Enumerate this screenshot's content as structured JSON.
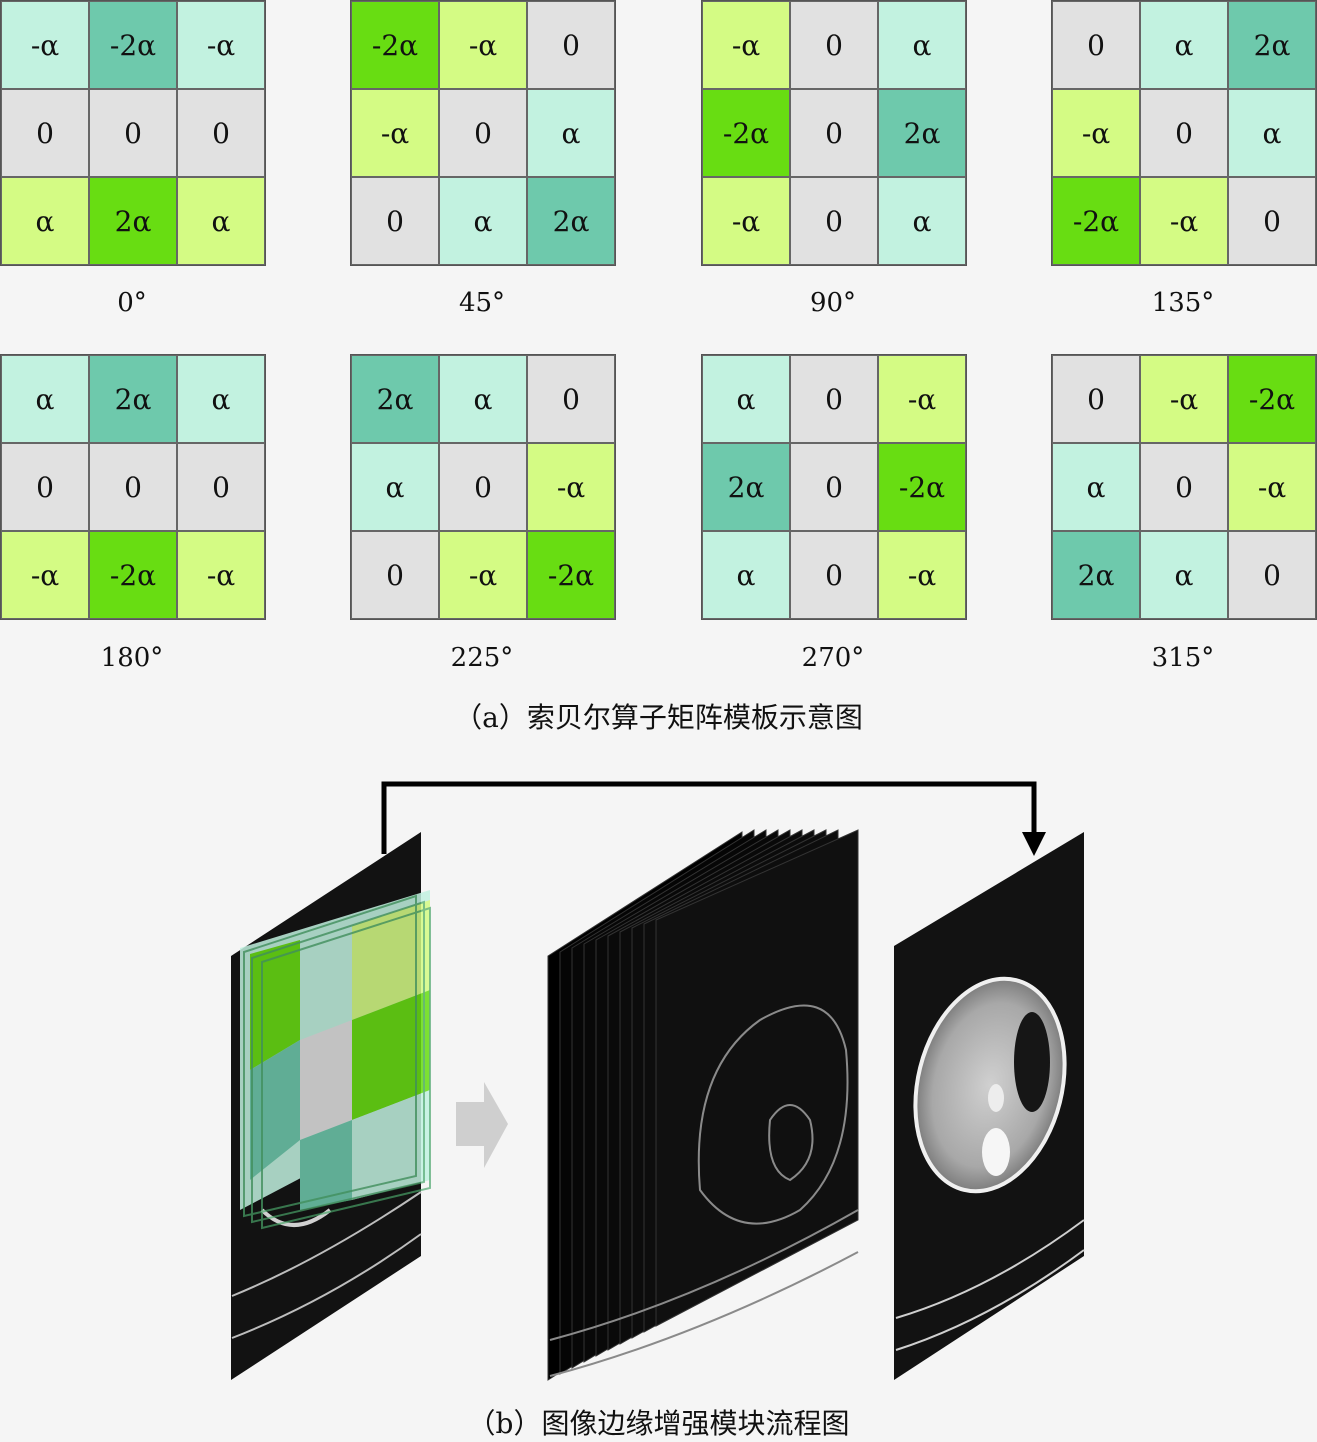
{
  "colors": {
    "0": "#e1e1e1",
    "a": "#c2f2e0",
    "2a": "#6ec9ac",
    "-a": "#d4fb84",
    "-2a": "#68dd12"
  },
  "matrices": [
    {
      "angle": "0°",
      "cells": [
        "-α",
        "-2α",
        "-α",
        "0",
        "0",
        "0",
        "α",
        "2α",
        "α"
      ],
      "kinds": [
        "a",
        "2a",
        "a",
        "0",
        "0",
        "0",
        "-a",
        "-2a",
        "-a"
      ]
    },
    {
      "angle": "45°",
      "cells": [
        "-2α",
        "-α",
        "0",
        "-α",
        "0",
        "α",
        "0",
        "α",
        "2α"
      ],
      "kinds": [
        "-2a",
        "-a",
        "0",
        "-a",
        "0",
        "a",
        "0",
        "a",
        "2a"
      ]
    },
    {
      "angle": "90°",
      "cells": [
        "-α",
        "0",
        "α",
        "-2α",
        "0",
        "2α",
        "-α",
        "0",
        "α"
      ],
      "kinds": [
        "-a",
        "0",
        "a",
        "-2a",
        "0",
        "2a",
        "-a",
        "0",
        "a"
      ]
    },
    {
      "angle": "135°",
      "cells": [
        "0",
        "α",
        "2α",
        "-α",
        "0",
        "α",
        "-2α",
        "-α",
        "0"
      ],
      "kinds": [
        "0",
        "a",
        "2a",
        "-a",
        "0",
        "a",
        "-2a",
        "-a",
        "0"
      ]
    },
    {
      "angle": "180°",
      "cells": [
        "α",
        "2α",
        "α",
        "0",
        "0",
        "0",
        "-α",
        "-2α",
        "-α"
      ],
      "kinds": [
        "a",
        "2a",
        "a",
        "0",
        "0",
        "0",
        "-a",
        "-2a",
        "-a"
      ]
    },
    {
      "angle": "225°",
      "cells": [
        "2α",
        "α",
        "0",
        "α",
        "0",
        "-α",
        "0",
        "-α",
        "-2α"
      ],
      "kinds": [
        "2a",
        "a",
        "0",
        "a",
        "0",
        "-a",
        "0",
        "-a",
        "-2a"
      ]
    },
    {
      "angle": "270°",
      "cells": [
        "α",
        "0",
        "-α",
        "2α",
        "0",
        "-2α",
        "α",
        "0",
        "-α"
      ],
      "kinds": [
        "a",
        "0",
        "-a",
        "2a",
        "0",
        "-2a",
        "a",
        "0",
        "-a"
      ]
    },
    {
      "angle": "315°",
      "cells": [
        "0",
        "-α",
        "-2α",
        "α",
        "0",
        "-α",
        "2α",
        "α",
        "0"
      ],
      "kinds": [
        "0",
        "-a",
        "-2a",
        "a",
        "0",
        "-a",
        "2a",
        "a",
        "0"
      ]
    }
  ],
  "caption_a": "（a）索贝尔算子矩阵模板示意图",
  "caption_b": "（b）图像边缘增强模块流程图"
}
